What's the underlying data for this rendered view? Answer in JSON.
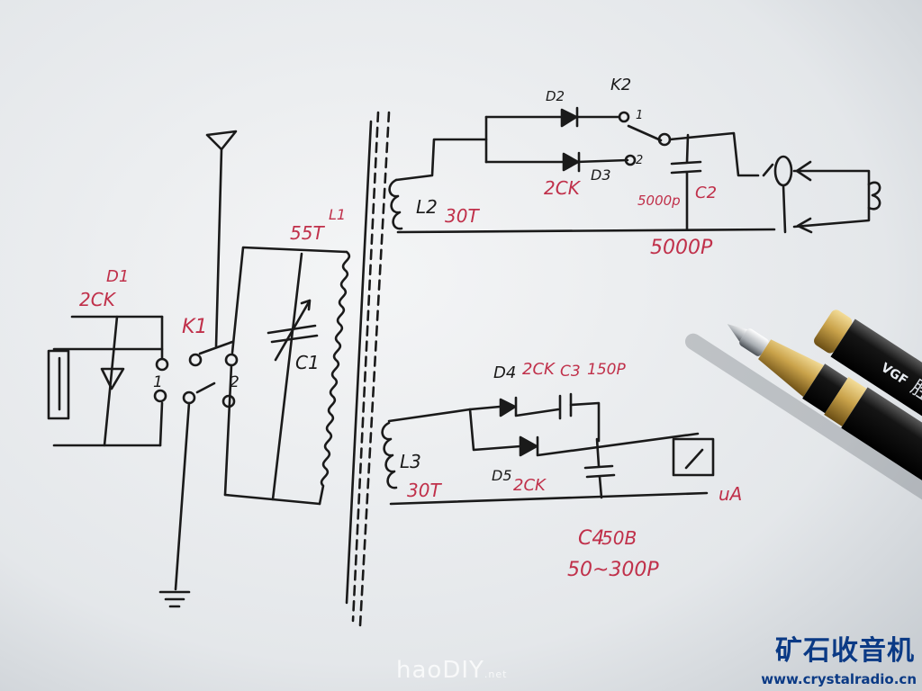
{
  "labels": {
    "d1": "D1",
    "d1_type": "2CK",
    "k1": "K1",
    "sw1_pos1": "1",
    "sw1_pos2": "2",
    "l1": "L1",
    "l1_turns": "55T",
    "c1": "C1",
    "d2": "D2",
    "k2": "K2",
    "k2_pos1": "1",
    "k2_pos2": "2",
    "d3": "D3",
    "d2_d3_type": "2CK",
    "c2_value": "5000p",
    "c2": "C2",
    "c2_value_below": "5000P",
    "l2": "L2",
    "l2_turns": "30T",
    "d4": "D4",
    "d4_type": "2CK",
    "c3": "C3",
    "c3_value": "150P",
    "l3": "L3",
    "l3_turns": "30T",
    "d5": "D5",
    "d5_type": "2CK",
    "ua": "uA",
    "c4": "C4",
    "c4_value": "50B",
    "c4_range": "50~300P"
  },
  "pen": {
    "barrel_text": "胜利新加工",
    "logo_text": "VGF"
  },
  "watermarks": {
    "site_cn": "矿石收音机",
    "site_url": "www.crystalradio.cn",
    "haodiy": "haoDIY",
    "haodiy_suffix": ".net"
  },
  "colors": {
    "paper": "#eef0f1",
    "ink": "#1a1a1a",
    "annotation_red": "#c0304a",
    "watermark_blue": "#0b3a85",
    "pen_gold": "#c9a24a",
    "pen_black": "#0d0d0d"
  }
}
